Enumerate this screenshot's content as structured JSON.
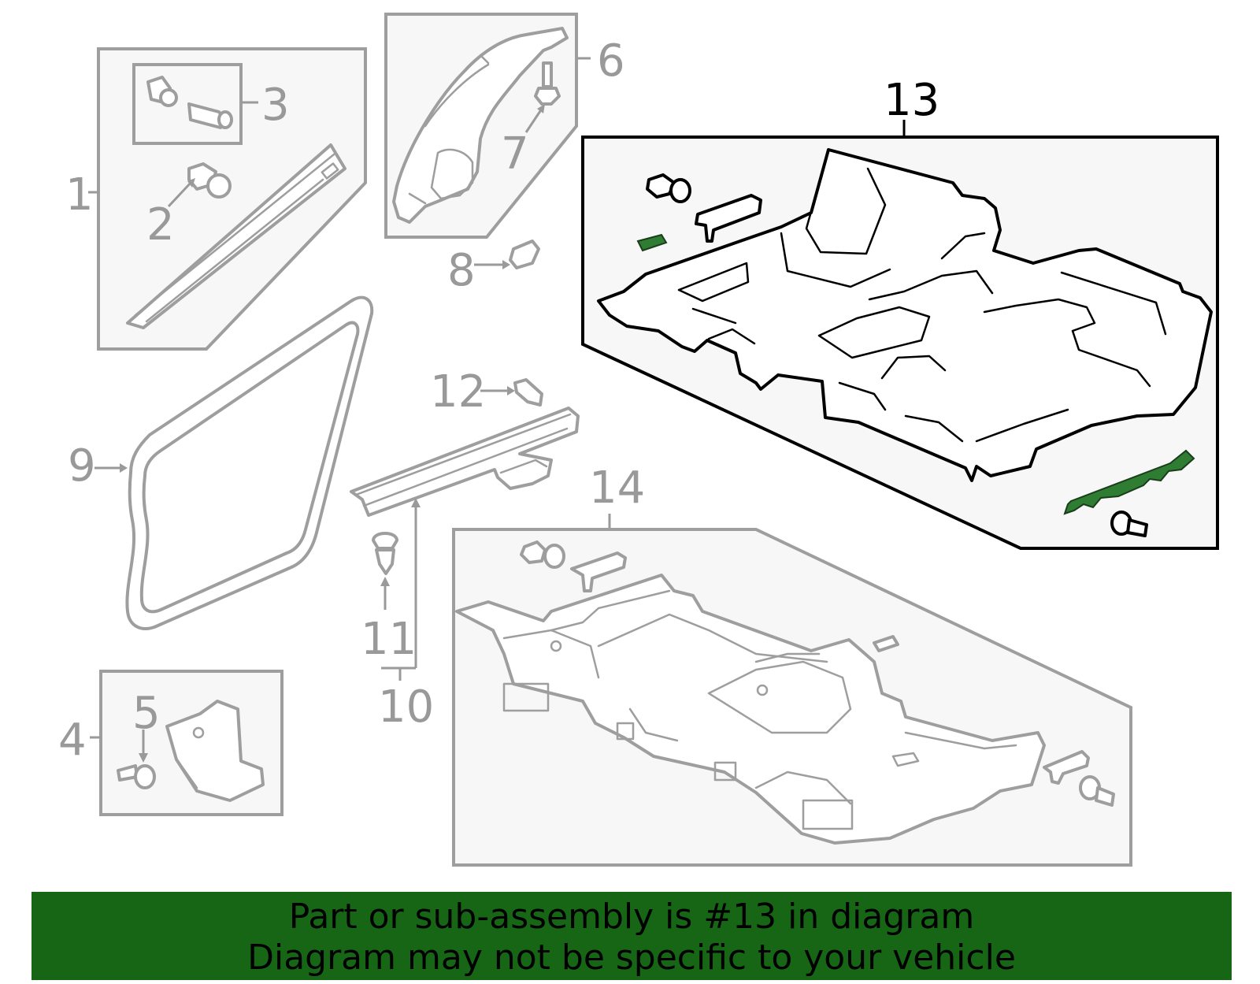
{
  "callouts": {
    "c1": "1",
    "c2": "2",
    "c3": "3",
    "c4": "4",
    "c5": "5",
    "c6": "6",
    "c7": "7",
    "c8": "8",
    "c9": "9",
    "c10": "10",
    "c11": "11",
    "c12": "12",
    "c13": "13",
    "c14": "14"
  },
  "banner": {
    "line1": "Part or sub-assembly is #13 in diagram",
    "line2": "Diagram may not be specific to your vehicle"
  },
  "colors": {
    "banner_background": "#166616",
    "highlight_part": "#2e7d32",
    "inactive_line": "#9e9e9e",
    "active_line": "#000000"
  }
}
